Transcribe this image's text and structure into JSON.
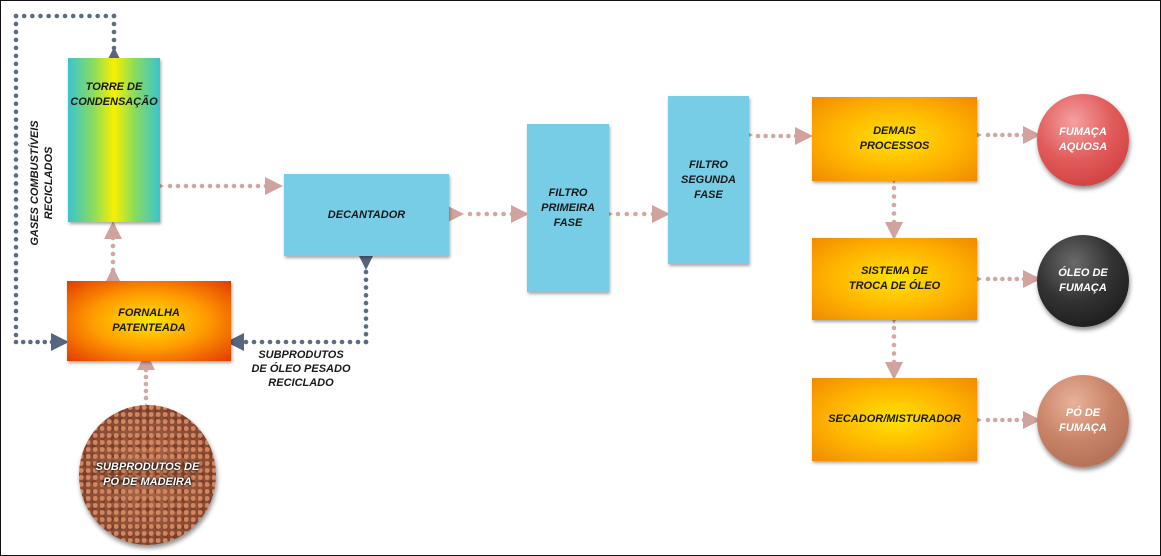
{
  "nodes": {
    "torre": "TORRE DE\nCONDENSAÇÃO",
    "fornalha": "FORNALHA\nPATENTEADA",
    "decantador": "DECANTADOR",
    "filtro1": "FILTRO\nPRIMEIRA FASE",
    "filtro2": "FILTRO\nSEGUNDA FASE",
    "demais": "DEMAIS\nPROCESSOS",
    "troca": "SISTEMA DE\nTROCA DE ÓLEO",
    "secador": "SECADOR/MISTURADOR",
    "fumaca_aquosa": "FUMAÇA\nAQUOSA",
    "oleo_fumaca": "ÓLEO DE\nFUMAÇA",
    "po_fumaca": "PÓ DE\nFUMAÇA",
    "po_madeira": "SUBPRODUTOS DE\nPÓ DE MADEIRA"
  },
  "labels": {
    "gases": "GASES COMBUSTÍVEIS RECICLADOS",
    "oleo_pesado": "SUBPRODUTOS\nDE ÓLEO PESADO\nRECICLADO"
  },
  "colors": {
    "dots_pink": "#d4a7a2",
    "dots_blue": "#5b6b86",
    "arrow_pink": "#d1a39e",
    "arrow_blue": "#566580",
    "process_blue": "#78cde6"
  }
}
